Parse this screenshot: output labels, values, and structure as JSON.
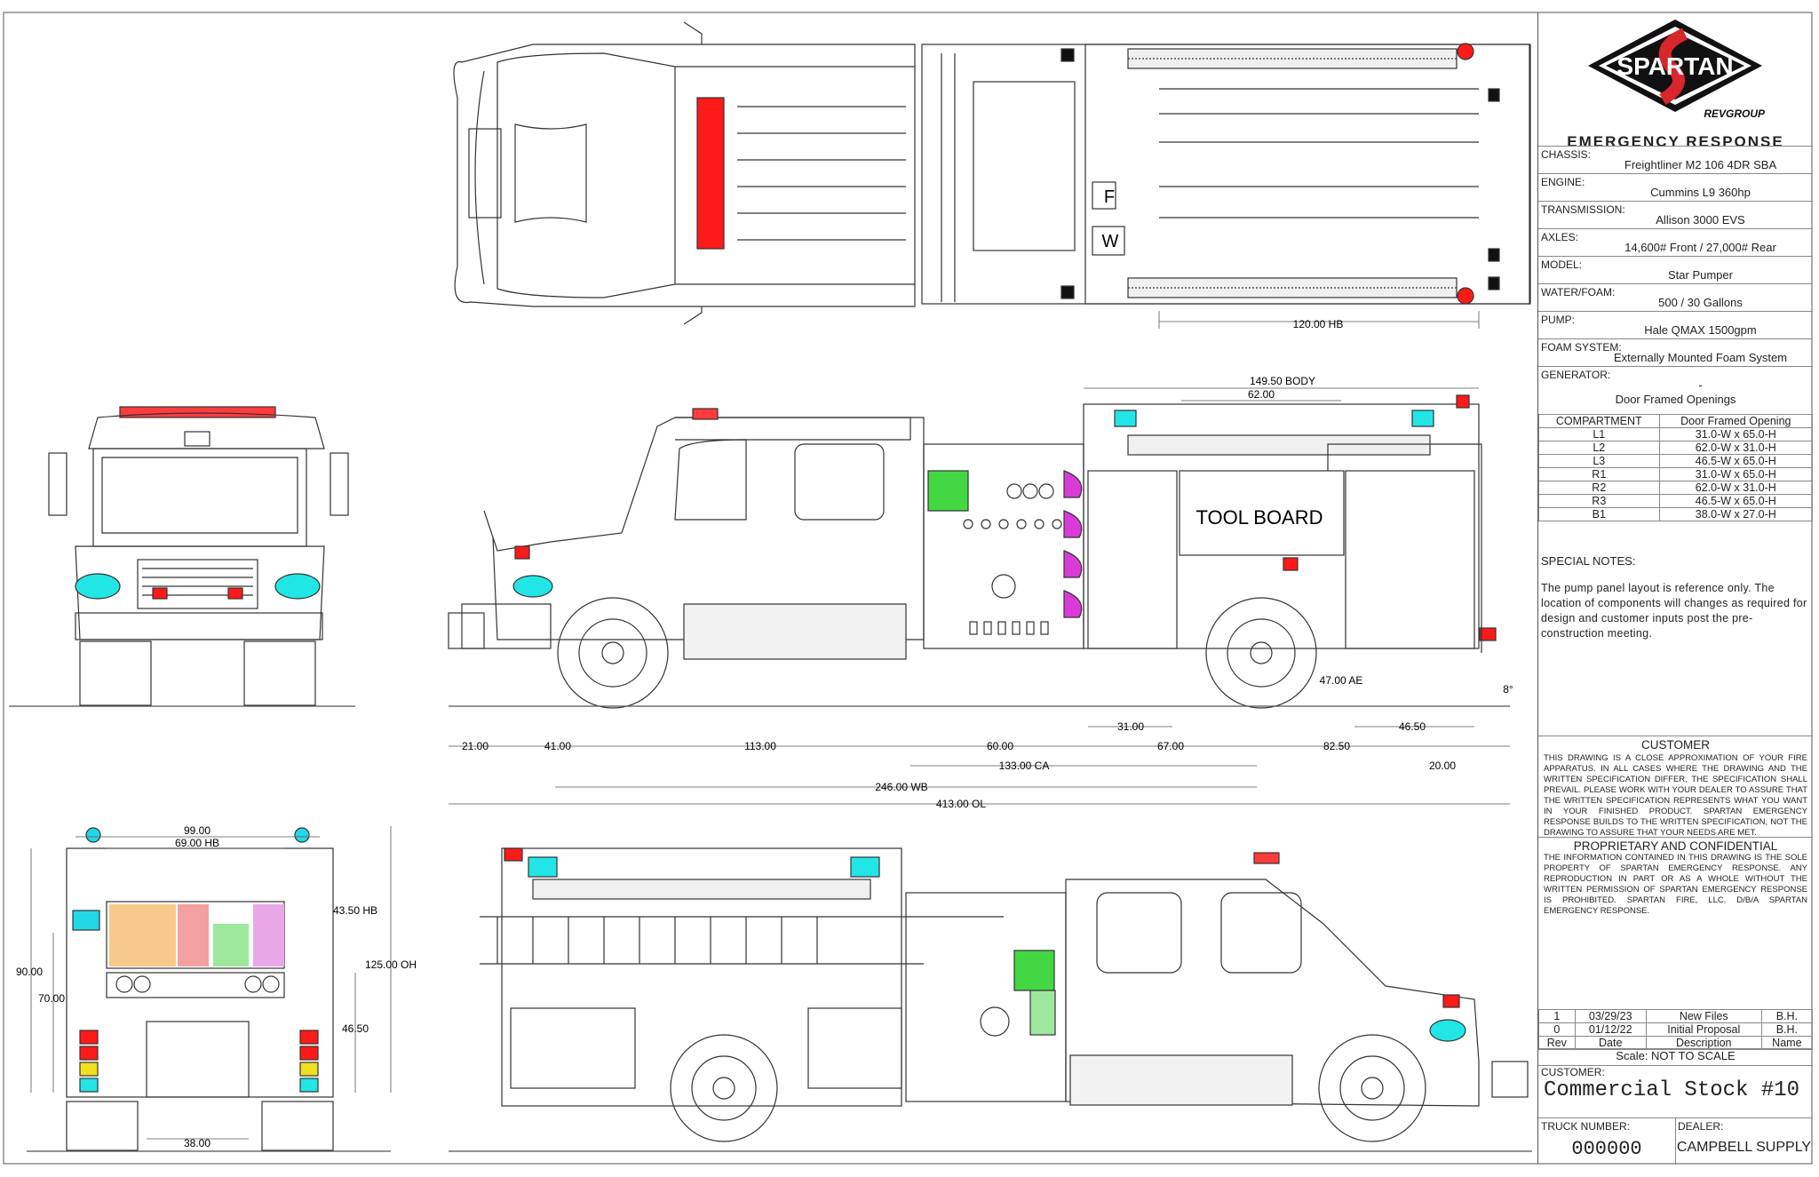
{
  "title_block": {
    "brand": "SPARTAN",
    "group": "REVGROUP",
    "division": "EMERGENCY RESPONSE",
    "specs": [
      {
        "key": "CHASSIS:",
        "value": "Freightliner M2 106 4DR SBA"
      },
      {
        "key": "ENGINE:",
        "value": "Cummins L9 360hp"
      },
      {
        "key": "TRANSMISSION:",
        "value": "Allison 3000 EVS"
      },
      {
        "key": "AXLES:",
        "value": "14,600# Front / 27,000# Rear"
      },
      {
        "key": "MODEL:",
        "value": "Star Pumper"
      },
      {
        "key": "WATER/FOAM:",
        "value": "500 / 30 Gallons"
      },
      {
        "key": "PUMP:",
        "value": "Hale QMAX 1500gpm"
      },
      {
        "key": "FOAM SYSTEM:",
        "value": "Externally Mounted Foam System"
      },
      {
        "key": "GENERATOR:",
        "value": "-"
      }
    ],
    "door_openings_title": "Door Framed Openings",
    "door_openings_headers": [
      "COMPARTMENT",
      "Door Framed Opening"
    ],
    "door_openings": [
      {
        "compartment": "L1",
        "opening": "31.0-W x 65.0-H"
      },
      {
        "compartment": "L2",
        "opening": "62.0-W x 31.0-H"
      },
      {
        "compartment": "L3",
        "opening": "46.5-W x 65.0-H"
      },
      {
        "compartment": "R1",
        "opening": "31.0-W x 65.0-H"
      },
      {
        "compartment": "R2",
        "opening": "62.0-W x 31.0-H"
      },
      {
        "compartment": "R3",
        "opening": "46.5-W x 65.0-H"
      },
      {
        "compartment": "B1",
        "opening": "38.0-W x 27.0-H"
      }
    ],
    "special_notes_title": "SPECIAL NOTES:",
    "special_notes": "The pump panel layout is reference only. The location of components will changes as required for design and customer inputs post the pre-construction meeting.",
    "customer_title": "CUSTOMER",
    "customer_text": "THIS DRAWING IS A CLOSE APPROXIMATION OF YOUR FIRE APPARATUS. IN ALL CASES WHERE THE DRAWING AND THE WRITTEN SPECIFICATION DIFFER, THE SPECIFICATION SHALL PREVAIL. PLEASE WORK WITH YOUR DEALER TO ASSURE THAT THE WRITTEN SPECIFICATION REPRESENTS WHAT YOU WANT IN YOUR FINISHED PRODUCT. SPARTAN EMERGENCY RESPONSE BUILDS TO THE WRITTEN SPECIFICATION, NOT THE DRAWING TO ASSURE THAT YOUR NEEDS ARE MET.",
    "proprietary_title": "PROPRIETARY AND CONFIDENTIAL",
    "proprietary_text": "THE INFORMATION CONTAINED IN THIS DRAWING IS THE SOLE PROPERTY OF SPARTAN EMERGENCY RESPONSE. ANY REPRODUCTION IN PART OR AS A WHOLE WITHOUT THE WRITTEN PERMISSION OF SPARTAN EMERGENCY RESPONSE IS PROHIBITED. SPARTAN FIRE, LLC. D/B/A SPARTAN EMERGENCY RESPONSE.",
    "revisions": [
      {
        "rev": "1",
        "date": "03/29/23",
        "description": "New Files",
        "name": "B.H."
      },
      {
        "rev": "0",
        "date": "01/12/22",
        "description": "Initial Proposal",
        "name": "B.H."
      }
    ],
    "revision_headers": {
      "rev": "Rev",
      "date": "Date",
      "description": "Description",
      "name": "Name"
    },
    "scale": "Scale:  NOT TO SCALE",
    "customer_label": "CUSTOMER:",
    "customer_value": "Commercial Stock #10",
    "truck_number_label": "TRUCK NUMBER:",
    "truck_number_value": "000000",
    "dealer_label": "DEALER:",
    "dealer_value": "CAMPBELL SUPPLY"
  },
  "drawing": {
    "body_labels": {
      "tool_board": "TOOL BOARD",
      "f": "F",
      "w": "W"
    },
    "dimensions": {
      "hose_bed_top": "120.00 HB",
      "body_length": "149.50 BODY",
      "body_62": "62.00",
      "ae": "47.00 AE",
      "angle": "8°",
      "d21": "21.00",
      "d41": "41.00",
      "d113": "113.00",
      "d60": "60.00",
      "d31": "31.00",
      "d67": "67.00",
      "d4650": "46.50",
      "d8250": "82.50",
      "ca": "133.00 CA",
      "d20": "20.00",
      "wb": "246.00 WB",
      "ol": "413.00 OL",
      "rear_width": "99.00",
      "rear_hb": "69.00 HB",
      "rear_hb_height": "43.50 HB",
      "oh": "125.00 OH",
      "h90": "90.00",
      "h70": "70.00",
      "h4650": "46.50",
      "w38": "38.00"
    }
  }
}
